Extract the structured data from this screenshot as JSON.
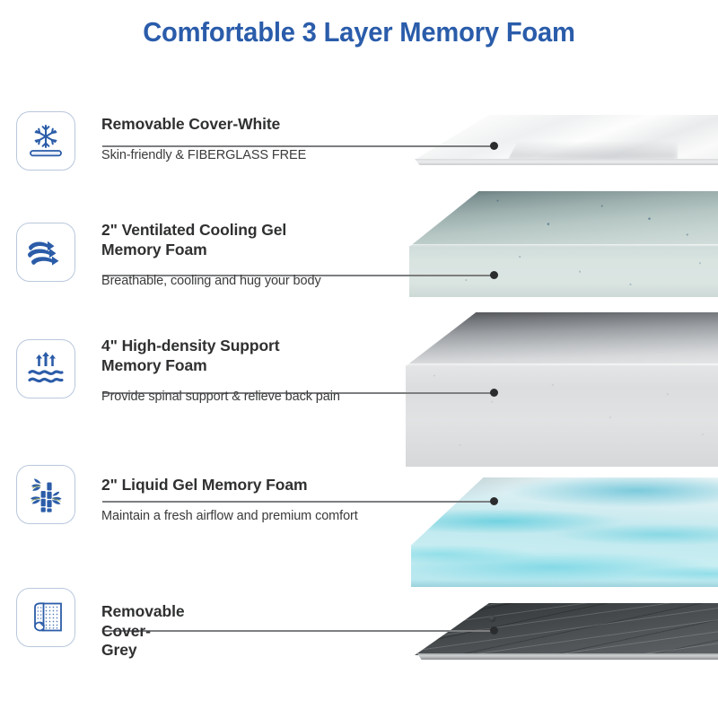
{
  "page": {
    "title": "Comfortable 3 Layer Memory Foam",
    "title_color": "#2a5caa",
    "background": "#ffffff"
  },
  "features": [
    {
      "icon": "snowflake-mattress-icon",
      "title": "Removable Cover-White",
      "description": "Skin-friendly & FIBERGLASS FREE",
      "layer_name": "white-cover-layer"
    },
    {
      "icon": "airflow-waves-icon",
      "title": "2\" Ventilated Cooling Gel\nMemory Foam",
      "description": "Breathable, cooling and hug your body",
      "layer_name": "cooling-gel-layer"
    },
    {
      "icon": "up-arrows-waves-icon",
      "title": "4\" High-density Support\nMemory Foam",
      "description": "Provide spinal support & relieve back pain",
      "layer_name": "high-density-support-layer"
    },
    {
      "icon": "bamboo-icon",
      "title": "2\" Liquid Gel Memory Foam",
      "description": "Maintain a fresh airflow and premium comfort",
      "layer_name": "liquid-gel-layer"
    },
    {
      "icon": "fabric-roll-icon",
      "title": "Removable Cover-Grey",
      "description": "",
      "layer_name": "grey-cover-layer"
    }
  ],
  "colors": {
    "icon_blue": "#2b5ca8",
    "icon_border": "#b9c8dd",
    "text_dark": "#2f3031",
    "leader_line": "#7c7e80",
    "leader_dot": "#2b2c2d"
  }
}
